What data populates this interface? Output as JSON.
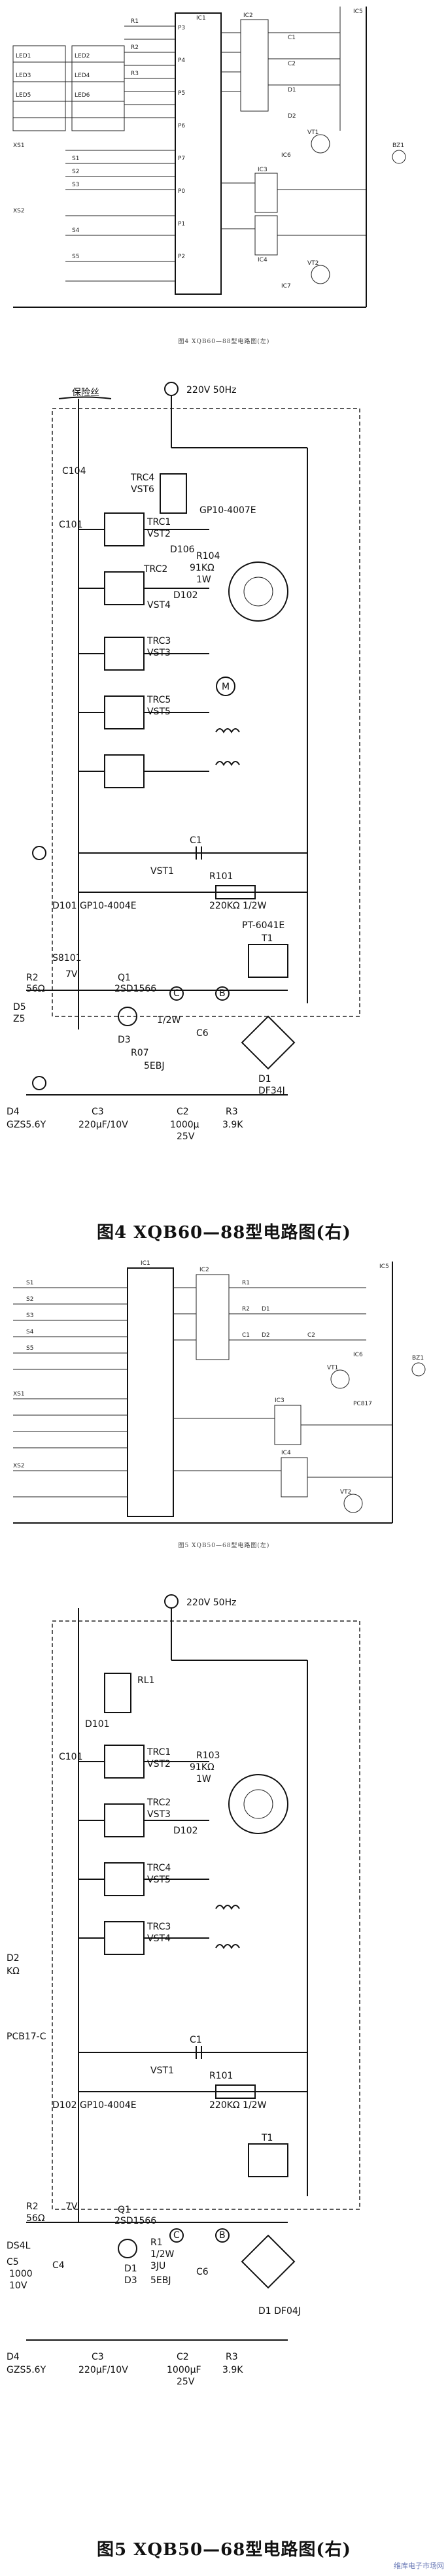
{
  "fig4_left": {
    "caption": "图4 XQB60—88型电路图(左)",
    "labels": [
      "P3",
      "P4",
      "P5",
      "P6",
      "P7",
      "P0",
      "P1",
      "P2",
      "IC1",
      "IC2",
      "IC3",
      "IC4",
      "IC5",
      "IC6",
      "IC7",
      "R1",
      "R2",
      "R3",
      "C1",
      "C2",
      "D1",
      "D2",
      "VT1",
      "VT2",
      "XS1",
      "XS2",
      "BZ1",
      "S1",
      "S2",
      "S3",
      "S4",
      "S5",
      "LED1",
      "LED2",
      "LED3",
      "LED4",
      "LED5",
      "LED6"
    ]
  },
  "fig4_right": {
    "caption": "图4 XQB60—88型电路图(右)",
    "ac_label": "220V 50Hz",
    "fuse_label": "保险丝",
    "labels": [
      "C104",
      "TRC4",
      "VST6",
      "GP10-4007E",
      "C101",
      "TRC1",
      "VST2",
      "D106",
      "R104",
      "91KΩ",
      "1W",
      "TRC2",
      "D102",
      "VST4",
      "TRC3",
      "VST3",
      "TRC5",
      "VST5",
      "M",
      "C1",
      "VST1",
      "R101",
      "220KΩ 1/2W",
      "D101 GP10-4004E",
      "T1",
      "PT-6041E",
      "S8101",
      "R2",
      "56Ω",
      "7V",
      "Q1",
      "2SD1566",
      "C",
      "B",
      "D5",
      "Z5",
      "D3",
      "R07",
      "5EBJ",
      "1/2W",
      "C6",
      "D1",
      "DF34J",
      "D4",
      "GZS5.6Y",
      "C3",
      "220μF/10V",
      "C2",
      "1000μ",
      "25V",
      "R3",
      "3.9K"
    ]
  },
  "fig5_left": {
    "caption": "图5 XQB50—68型电路图(左)",
    "labels": [
      "IC1",
      "IC2",
      "IC3",
      "IC4",
      "IC5",
      "IC6",
      "PC817",
      "R1",
      "R2",
      "C1",
      "C2",
      "D1",
      "D2",
      "VT1",
      "VT2",
      "XS1",
      "XS2",
      "BZ1",
      "S1",
      "S2",
      "S3",
      "S4",
      "S5"
    ]
  },
  "fig5_right": {
    "caption": "图5 XQB50—68型电路图(右)",
    "ac_label": "220V 50Hz",
    "labels": [
      "RL1",
      "D101",
      "C101",
      "TRC1",
      "VST2",
      "R103",
      "91KΩ",
      "1W",
      "TRC2",
      "D102",
      "VST3",
      "TRC4",
      "VST5",
      "TRC3",
      "VST4",
      "C1",
      "VST1",
      "R101",
      "220KΩ 1/2W",
      "D102 GP10-4004E",
      "T1",
      "D2",
      "KΩ",
      "PCB17-C",
      "R2",
      "56Ω",
      "7V",
      "Q1",
      "2SD1566",
      "R1",
      "1/2W",
      "D1",
      "3JU",
      "D3",
      "5EBJ",
      "C",
      "B",
      "DS4L",
      "C5",
      "1000",
      "10V",
      "C4",
      "C6",
      "D4",
      "GZS5.6Y",
      "C3",
      "220μF/10V",
      "C2",
      "1000μF",
      "25V",
      "R3",
      "3.9K",
      "D1 DF04J"
    ]
  },
  "watermark": "维库电子市场网"
}
